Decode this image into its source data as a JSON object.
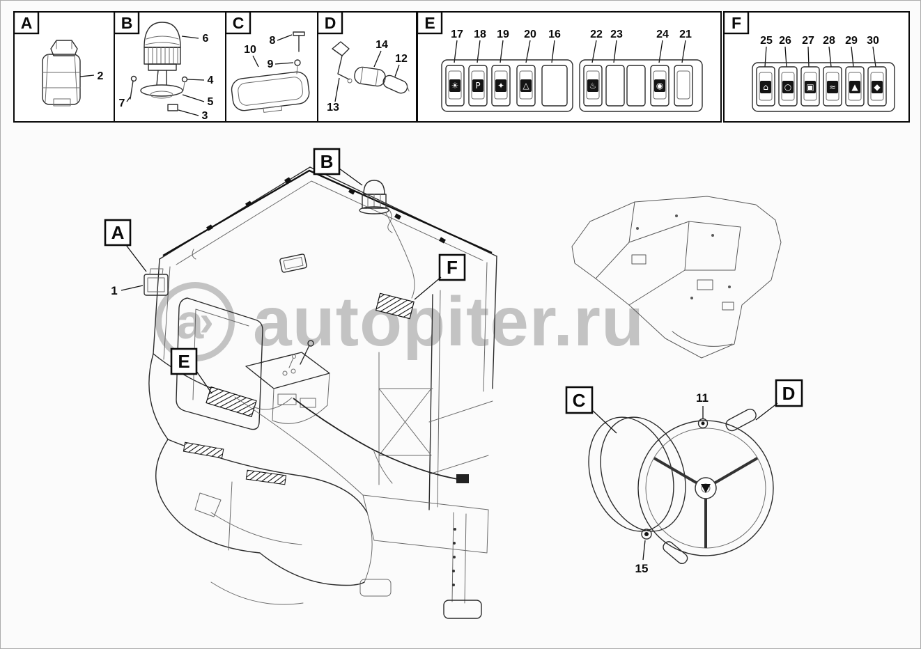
{
  "watermark": {
    "logo": "a",
    "arrow": "›",
    "text": "autopiter.ru"
  },
  "legend": {
    "box_a": {
      "label": "A",
      "num_2": "2"
    },
    "box_b": {
      "label": "B",
      "num_6": "6",
      "num_4": "4",
      "num_7": "7",
      "num_5": "5",
      "num_3": "3"
    },
    "box_c": {
      "label": "C",
      "num_10": "10",
      "num_8": "8",
      "num_9": "9"
    },
    "box_d": {
      "label": "D",
      "num_14": "14",
      "num_12": "12",
      "num_13": "13"
    },
    "box_e": {
      "label": "E",
      "num_17": "17",
      "num_18": "18",
      "num_19": "19",
      "num_20": "20",
      "num_16": "16",
      "num_22": "22",
      "num_23": "23",
      "num_24": "24",
      "num_21": "21"
    },
    "box_f": {
      "label": "F",
      "num_25": "25",
      "num_26": "26",
      "num_27": "27",
      "num_28": "28",
      "num_29": "29",
      "num_30": "30"
    }
  },
  "diagram": {
    "callout_a": "A",
    "callout_b": "B",
    "callout_c": "C",
    "callout_d": "D",
    "callout_e": "E",
    "callout_f": "F",
    "num_1": "1",
    "num_11": "11",
    "num_15": "15"
  },
  "icons": {
    "s17": "☀",
    "s18": "P",
    "s19": "✦",
    "s20": "△",
    "s22": "♨",
    "s24": "◉",
    "s25": "⌂",
    "s26": "○",
    "s27": "▣",
    "s28": "≈",
    "s29": "▲",
    "s30": "◆"
  },
  "colors": {
    "line": "#2b2b2b",
    "watermark": "#c3c3c3",
    "box_border": "#0a0a0a"
  }
}
